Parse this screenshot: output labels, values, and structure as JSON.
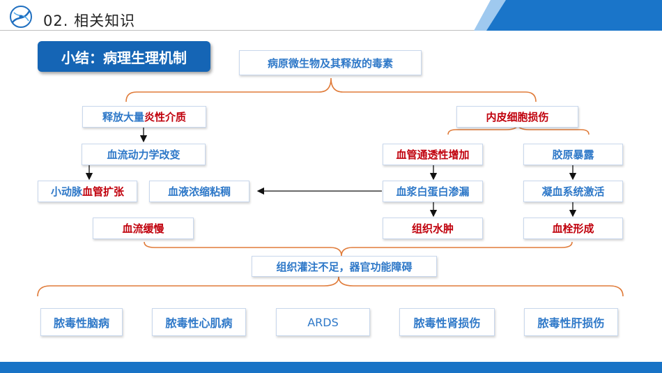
{
  "header": {
    "title": "02. 相关知识"
  },
  "summary_label": "小结：病理生理机制",
  "nodes": {
    "pathogen": "病原微生物及其释放的毒素",
    "release_pre": "释放大量",
    "release_hl": "炎性介质",
    "endothelial": "内皮细胞损伤",
    "hemodynamic": "血流动力学改变",
    "vascular_perm": "血管通透性增加",
    "collagen": "胶原暴露",
    "arteriole_pre": "小动脉",
    "arteriole_hl": "血管扩张",
    "viscosity": "血液浓缩粘稠",
    "plasma_leak": "血浆白蛋白渗漏",
    "coagulation": "凝血系统激活",
    "slow_flow": "血流缓慢",
    "edema": "组织水肿",
    "thrombus": "血栓形成",
    "hypoperfusion": "组织灌注不足，器官功能障碍"
  },
  "outcomes": [
    "脓毒性脑病",
    "脓毒性心肌病",
    "ARDS",
    "脓毒性肾损伤",
    "脓毒性肝损伤"
  ],
  "colors": {
    "accent_blue": "#1565b5",
    "node_text": "#2e78c8",
    "highlight_red": "#c0000c",
    "brace_orange": "#e07b39"
  }
}
